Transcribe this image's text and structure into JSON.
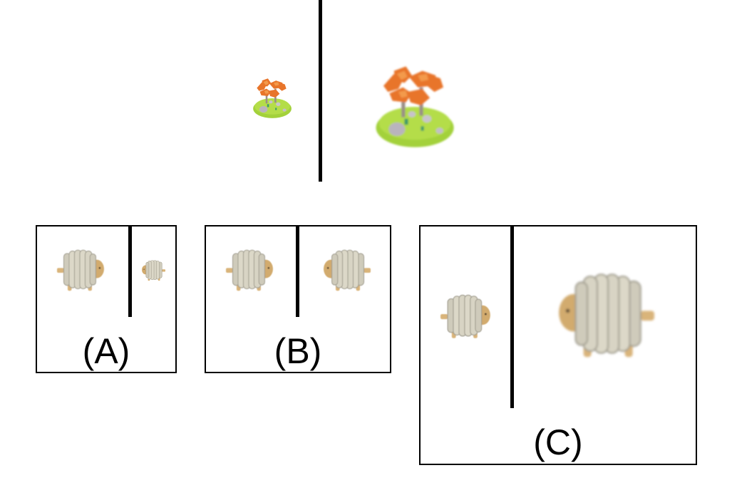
{
  "reference": {
    "left_object": "tree-island-small-icon",
    "right_object": "tree-island-large-icon"
  },
  "options": [
    {
      "label": "(A)",
      "left_object": "sheep-icon",
      "right_object": "sheep-small-icon"
    },
    {
      "label": "(B)",
      "left_object": "sheep-icon",
      "right_object": "sheep-icon"
    },
    {
      "label": "(C)",
      "left_object": "sheep-small-icon",
      "right_object": "sheep-large-icon"
    }
  ],
  "colors": {
    "divider": "#000000",
    "grass": "#9acd32",
    "leaves": "#e8742c",
    "wool": "#d8d4c4",
    "wood": "#d9b47a"
  }
}
